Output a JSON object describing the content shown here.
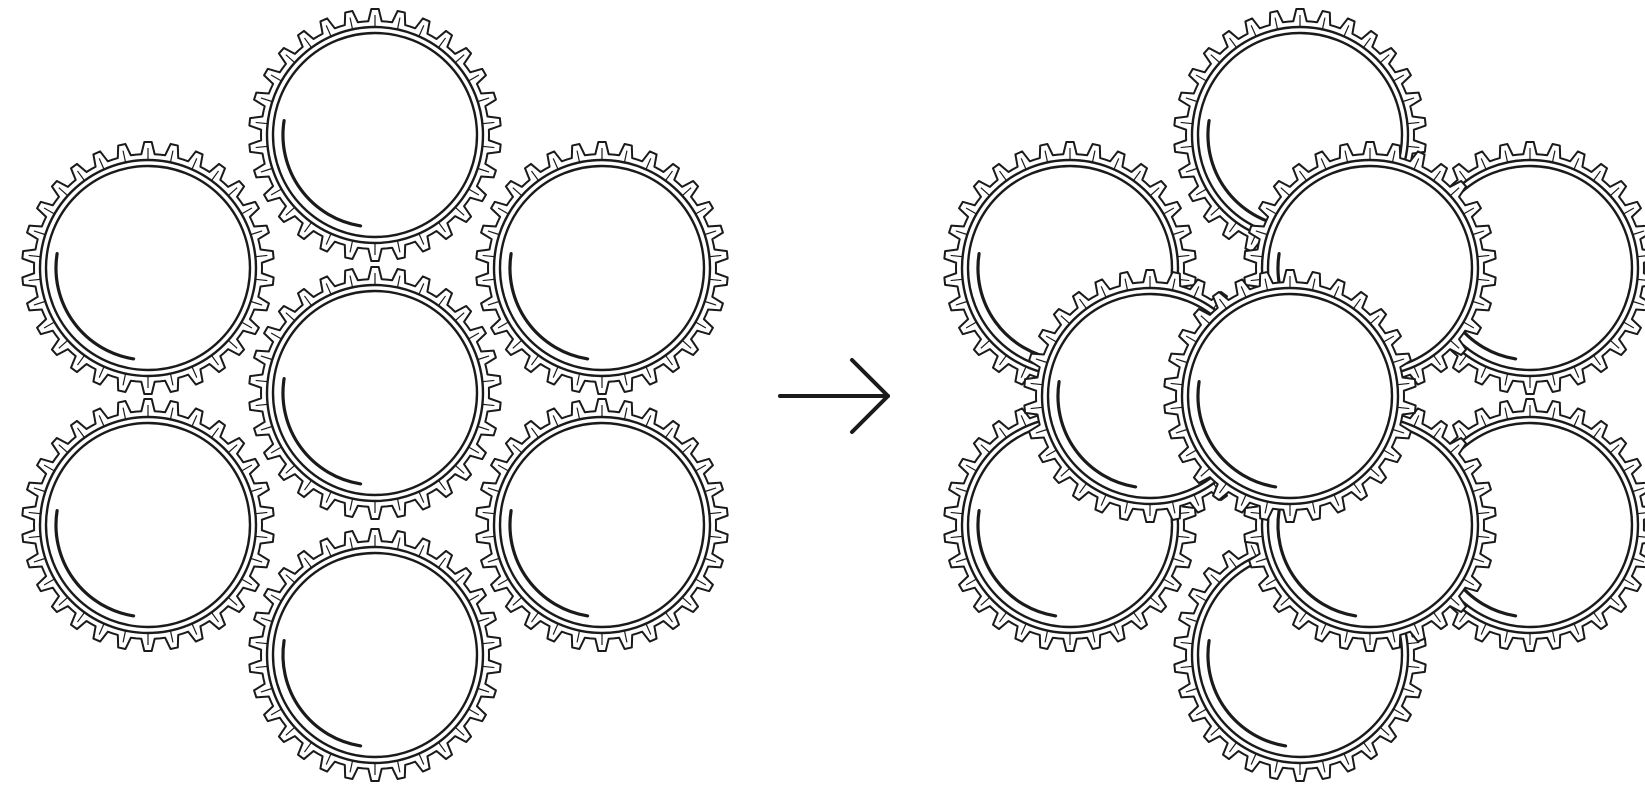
{
  "ink_color": "#1a1a1a",
  "paper_color": "#ffffff",
  "icons": {
    "cap": "bottle-cap-icon",
    "arrow": "right-arrow-icon"
  },
  "groups": [
    {
      "id": "before",
      "cap_count": 7,
      "overlapping": false
    },
    {
      "id": "after",
      "cap_count": 10,
      "overlapping": true
    }
  ]
}
